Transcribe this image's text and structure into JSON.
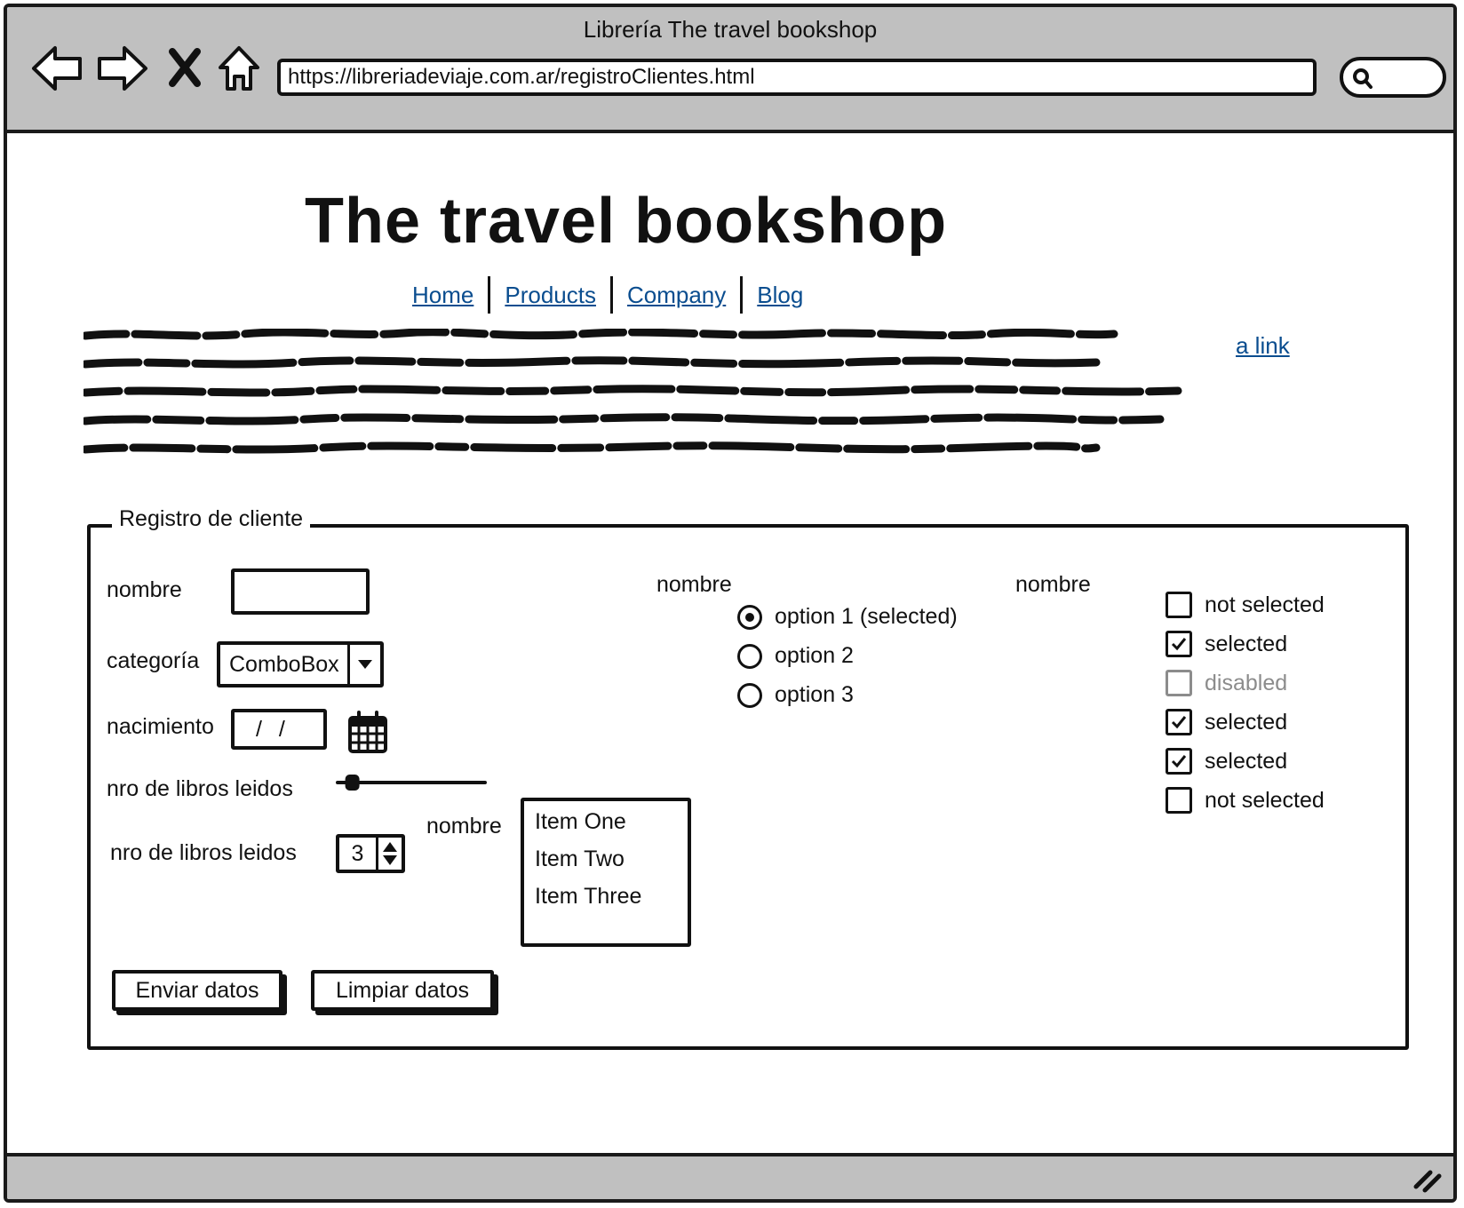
{
  "browser": {
    "window_title": "Librería The travel bookshop",
    "url": "https://libreriadeviaje.com.ar/registroClientes.html"
  },
  "page": {
    "title": "The travel bookshop",
    "menu": [
      "Home",
      "Products",
      "Company",
      "Blog"
    ],
    "side_link": "a link"
  },
  "form": {
    "legend": "Registro de cliente",
    "nombre_label": "nombre",
    "categoria_label": "categoría",
    "categoria_value": "ComboBox",
    "nacimiento_label": "nacimiento",
    "nacimiento_value": "/ /",
    "libros_slider_label": "nro de libros leidos",
    "libros_slider_value": 0.1,
    "libros_stepper_label": "nro de libros leidos",
    "libros_stepper_value": "3",
    "list_label": "nombre",
    "list_items": [
      "Item One",
      "Item Two",
      "Item Three"
    ],
    "radio_label": "nombre",
    "radio_options": [
      {
        "label": "option 1 (selected)",
        "selected": true
      },
      {
        "label": "option 2",
        "selected": false
      },
      {
        "label": "option 3",
        "selected": false
      }
    ],
    "checkbox_label": "nombre",
    "checkboxes": [
      {
        "label": "not selected",
        "checked": false,
        "disabled": false
      },
      {
        "label": "selected",
        "checked": true,
        "disabled": false
      },
      {
        "label": "disabled",
        "checked": false,
        "disabled": true
      },
      {
        "label": "selected",
        "checked": true,
        "disabled": false
      },
      {
        "label": "selected",
        "checked": true,
        "disabled": false
      },
      {
        "label": "not selected",
        "checked": false,
        "disabled": false
      }
    ],
    "submit_label": "Enviar datos",
    "clear_label": "Limpiar datos"
  },
  "icons": {
    "back": "back-arrow-icon",
    "forward": "forward-arrow-icon",
    "stop": "close-icon",
    "home": "home-icon",
    "search": "search-icon",
    "calendar": "calendar-icon",
    "resize": "resize-grip-icon"
  }
}
